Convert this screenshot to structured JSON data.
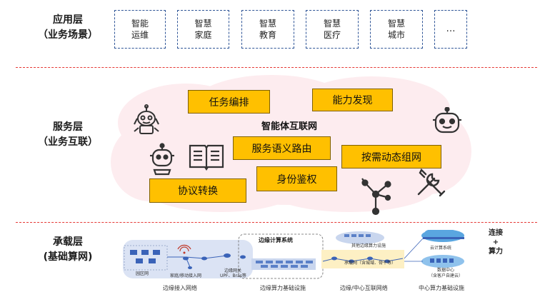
{
  "layers": {
    "application": {
      "name": "应用层",
      "sub": "（业务场景）"
    },
    "service": {
      "name": "服务层",
      "sub": "（业务互联）"
    },
    "base": {
      "name": "承载层",
      "sub": "(基础算网)"
    }
  },
  "app_scenarios": [
    {
      "line1": "智能",
      "line2": "运维"
    },
    {
      "line1": "智慧",
      "line2": "家庭"
    },
    {
      "line1": "智慧",
      "line2": "教育"
    },
    {
      "line1": "智慧",
      "line2": "医疗"
    },
    {
      "line1": "智慧",
      "line2": "城市"
    },
    {
      "line1": "…",
      "line2": ""
    }
  ],
  "service_center_title": "智能体互联网",
  "capabilities": {
    "task": "任务编排",
    "discovery": "能力发现",
    "routing": "服务语义路由",
    "grouping": "按需动态组网",
    "identity": "身份鉴权",
    "protocol": "协议转换"
  },
  "base": {
    "edge_access": "边缘接入网络",
    "edge_compute_system": "边缘计算系统",
    "edge_infra": "边缘算力基础设施",
    "interconnect": "边缘/中心互联网络",
    "center_infra": "中心算力基础设施",
    "legend_line1": "连接",
    "legend_plus": "+",
    "legend_line2": "算力",
    "mini": {
      "campus": "园区网",
      "home_mobile": "家庭/移动接入网",
      "edge_gateway": "边缘网关",
      "upf": "UPF、Bras等",
      "other_edge": "其他边缘算力设施",
      "bearer": "承载网（含城域、骨干等）",
      "cloud_system": "云计算系统",
      "datacenter": "数据中心",
      "datacenter_sub": "（含客户自建云）"
    }
  },
  "colors": {
    "separator": "#e53935",
    "app_border": "#2f5597",
    "capability_fill": "#ffc000",
    "cloud_fill": "#fdecef",
    "network_panel": "#dbe3f4",
    "yellow_band": "#fdf0c4"
  }
}
